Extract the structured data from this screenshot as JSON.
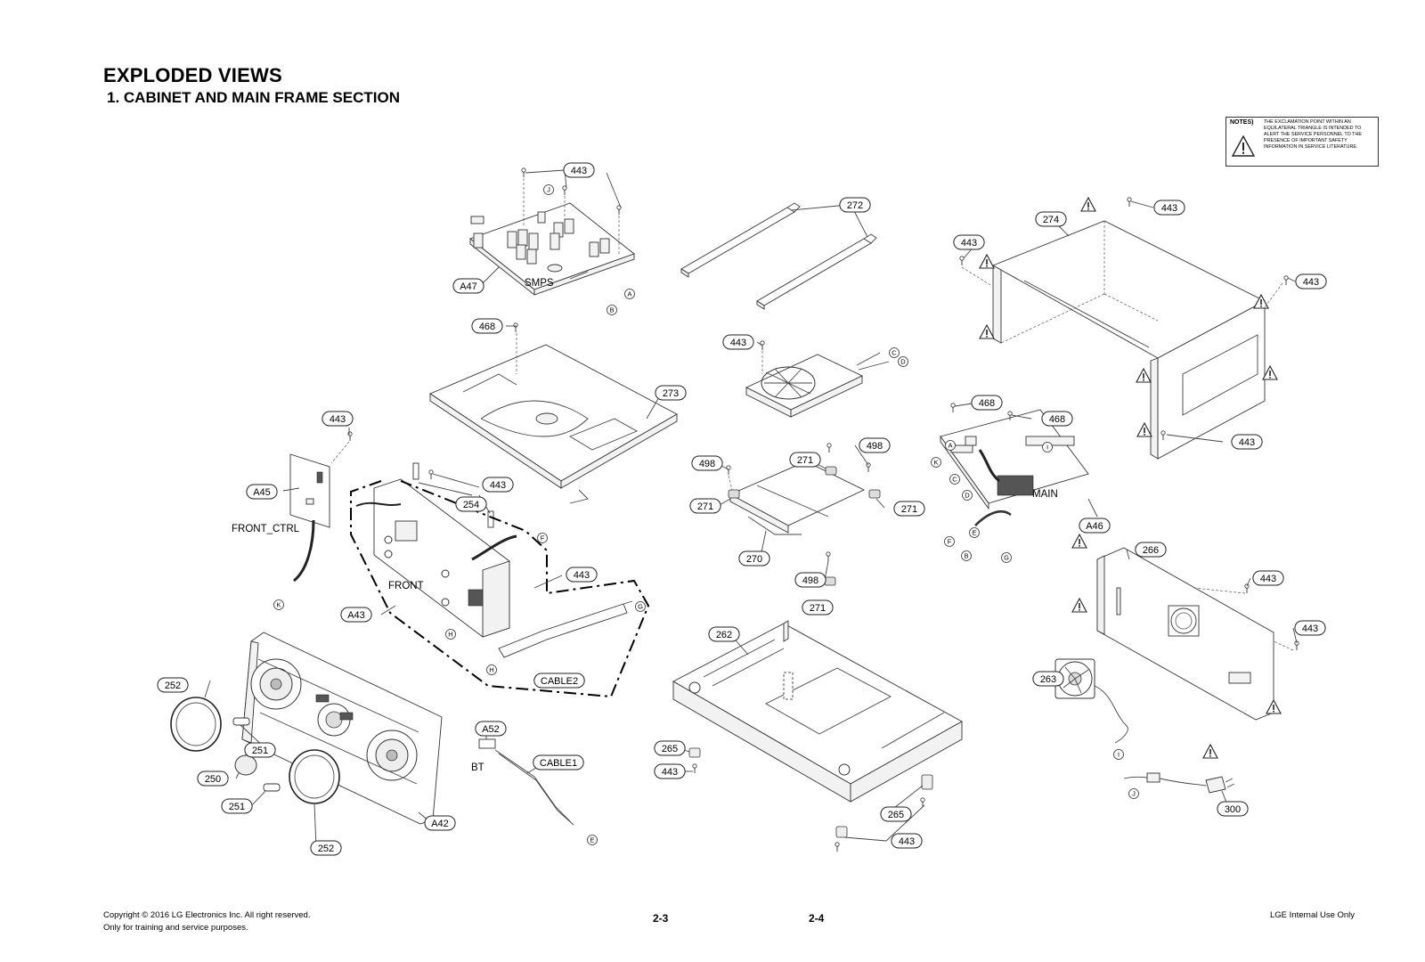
{
  "title": "EXPLODED VIEWS",
  "subtitle": "1. CABINET AND MAIN FRAME SECTION",
  "notes": {
    "label": "NOTES)",
    "text": "THE EXCLAMATION POINT WITHIN AN EQUILATERAL TRIANGLE IS INTENDED TO ALERT THE SERVICE PERSONNEL TO THE PRESENCE OF IMPORTANT SAFETY INFORMATION IN SERVICE LITERATURE."
  },
  "footer": {
    "copyright": "Copyright © 2016 LG Electronics Inc. All right reserved.",
    "training": "Only for training and service purposes.",
    "page_left": "2-3",
    "page_right": "2-4",
    "internal": "LGE Internal Use Only"
  },
  "board_labels": {
    "smps": "SMPS",
    "main": "MAIN",
    "front": "FRONT",
    "front_ctrl": "FRONT_CTRL",
    "bt": "BT"
  },
  "callouts": [
    {
      "id": "c-443-smps",
      "label": "443"
    },
    {
      "id": "c-a47",
      "label": "A47"
    },
    {
      "id": "c-272",
      "label": "272"
    },
    {
      "id": "c-274",
      "label": "274"
    },
    {
      "id": "c-443-top-right",
      "label": "443"
    },
    {
      "id": "c-443-cover-left",
      "label": "443"
    },
    {
      "id": "c-443-cover-right",
      "label": "443"
    },
    {
      "id": "c-468-chassis",
      "label": "468"
    },
    {
      "id": "c-443-loader",
      "label": "443"
    },
    {
      "id": "c-273",
      "label": "273"
    },
    {
      "id": "c-443-frontctrl",
      "label": "443"
    },
    {
      "id": "c-a45",
      "label": "A45"
    },
    {
      "id": "c-443-front",
      "label": "443"
    },
    {
      "id": "c-254",
      "label": "254"
    },
    {
      "id": "c-443-front-lower",
      "label": "443"
    },
    {
      "id": "c-a43",
      "label": "A43"
    },
    {
      "id": "c-cable2",
      "label": "CABLE2"
    },
    {
      "id": "c-468-main-left",
      "label": "468"
    },
    {
      "id": "c-468-main-right",
      "label": "468"
    },
    {
      "id": "c-443-cover-bottom",
      "label": "443"
    },
    {
      "id": "c-498-left",
      "label": "498"
    },
    {
      "id": "c-271-top",
      "label": "271"
    },
    {
      "id": "c-498-right",
      "label": "498"
    },
    {
      "id": "c-271-left",
      "label": "271"
    },
    {
      "id": "c-271-right",
      "label": "271"
    },
    {
      "id": "c-270",
      "label": "270"
    },
    {
      "id": "c-498-bottom",
      "label": "498"
    },
    {
      "id": "c-271-bottom",
      "label": "271"
    },
    {
      "id": "c-a46",
      "label": "A46"
    },
    {
      "id": "c-266",
      "label": "266"
    },
    {
      "id": "c-443-rear-top",
      "label": "443"
    },
    {
      "id": "c-443-rear-right",
      "label": "443"
    },
    {
      "id": "c-263",
      "label": "263"
    },
    {
      "id": "c-262",
      "label": "262"
    },
    {
      "id": "c-252-top",
      "label": "252"
    },
    {
      "id": "c-251-top",
      "label": "251"
    },
    {
      "id": "c-250",
      "label": "250"
    },
    {
      "id": "c-251-bottom",
      "label": "251"
    },
    {
      "id": "c-252-bottom",
      "label": "252"
    },
    {
      "id": "c-a42",
      "label": "A42"
    },
    {
      "id": "c-a52",
      "label": "A52"
    },
    {
      "id": "c-cable1",
      "label": "CABLE1"
    },
    {
      "id": "c-265-left",
      "label": "265"
    },
    {
      "id": "c-443-base-left",
      "label": "443"
    },
    {
      "id": "c-265-right",
      "label": "265"
    },
    {
      "id": "c-443-base-right",
      "label": "443"
    },
    {
      "id": "c-300",
      "label": "300"
    }
  ],
  "connector_letters": [
    {
      "id": "l-j-smps",
      "label": "J"
    },
    {
      "id": "l-a-smps",
      "label": "A"
    },
    {
      "id": "l-b-smps",
      "label": "B"
    },
    {
      "id": "l-c-loader",
      "label": "C"
    },
    {
      "id": "l-d-loader",
      "label": "D"
    },
    {
      "id": "l-a-main",
      "label": "A"
    },
    {
      "id": "l-k-main",
      "label": "K"
    },
    {
      "id": "l-c-main",
      "label": "C"
    },
    {
      "id": "l-d-main",
      "label": "D"
    },
    {
      "id": "l-i-main",
      "label": "I"
    },
    {
      "id": "l-f-main",
      "label": "F"
    },
    {
      "id": "l-e-main",
      "label": "E"
    },
    {
      "id": "l-b-main",
      "label": "B"
    },
    {
      "id": "l-g-main",
      "label": "G"
    },
    {
      "id": "l-k-frontctrl",
      "label": "K"
    },
    {
      "id": "l-f-front",
      "label": "F"
    },
    {
      "id": "l-h-front",
      "label": "H"
    },
    {
      "id": "l-g-cable2",
      "label": "G"
    },
    {
      "id": "l-h-cable2",
      "label": "H"
    },
    {
      "id": "l-e-cable1",
      "label": "E"
    },
    {
      "id": "l-i-fan",
      "label": "I"
    },
    {
      "id": "l-j-cord",
      "label": "J"
    }
  ]
}
